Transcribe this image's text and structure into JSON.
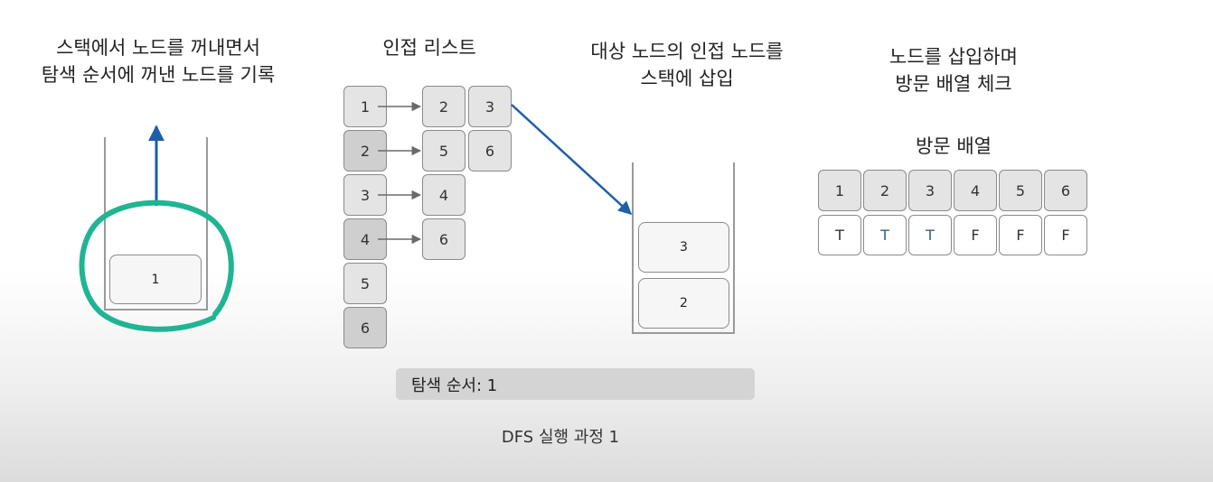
{
  "headings": {
    "pop_line1": "스택에서 노드를 꺼내면서",
    "pop_line2": "탐색 순서에 꺼낸 노드를 기록",
    "adjacency_title": "인접 리스트",
    "push_line1": "대상 노드의 인접 노드를",
    "push_line2": "스택에 삽입",
    "check_line1": "노드를 삽입하며",
    "check_line2": "방문 배열 체크",
    "visit_title": "방문 배열"
  },
  "popped_stack": [
    "1"
  ],
  "adjacency": [
    {
      "node": "1",
      "neighbors": [
        "2",
        "3"
      ]
    },
    {
      "node": "2",
      "neighbors": [
        "5",
        "6"
      ]
    },
    {
      "node": "3",
      "neighbors": [
        "4"
      ]
    },
    {
      "node": "4",
      "neighbors": [
        "6"
      ]
    },
    {
      "node": "5",
      "neighbors": []
    },
    {
      "node": "6",
      "neighbors": []
    }
  ],
  "stack": [
    "3",
    "2"
  ],
  "visited": {
    "nodes": [
      "1",
      "2",
      "3",
      "4",
      "5",
      "6"
    ],
    "flags": [
      "T",
      "T",
      "T",
      "F",
      "F",
      "F"
    ]
  },
  "order_text": "탐색 순서: 1",
  "caption": "DFS 실행 과정 1",
  "colors": {
    "highlight": "#1fb592",
    "arrow": "#1f5ea8",
    "visit_t": "#2f5f95"
  }
}
